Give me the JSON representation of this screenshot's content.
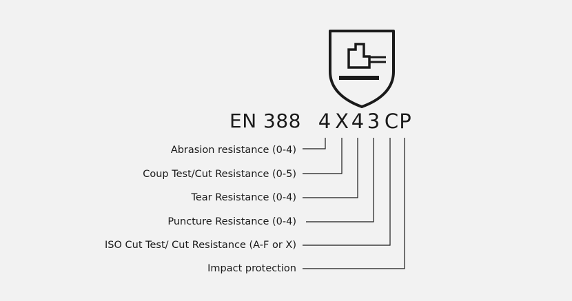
{
  "standard": "EN 388",
  "code": [
    "4",
    "X",
    "4",
    "3",
    "C",
    "P"
  ],
  "criteria": [
    "Abrasion resistance (0-4)",
    "Coup Test/Cut Resistance (0-5)",
    "Tear Resistance (0-4)",
    "Puncture Resistance (0-4)",
    "ISO Cut Test/ Cut Resistance (A-F or X)",
    "Impact protection"
  ],
  "colors": {
    "ink": "#1a1a1a",
    "background": "#f2f2f2"
  },
  "icons": {
    "pictogram": "hammer-on-glove-shield-icon"
  }
}
